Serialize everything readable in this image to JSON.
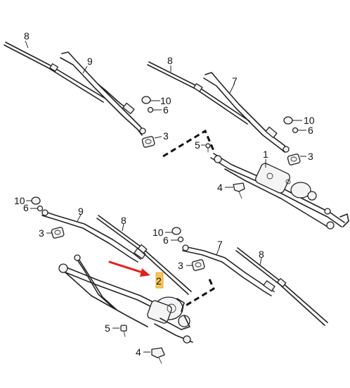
{
  "callouts": {
    "top_left_blade_8": "8",
    "top_left_arm_9": "9",
    "top_left_nut_cap_10": "10",
    "top_left_nut_6": "6",
    "top_left_cover_3": "3",
    "top_right_blade_8": "8",
    "top_right_arm_7": "7",
    "top_right_nut_cap_10": "10",
    "top_right_nut_6": "6",
    "top_right_bolt_5": "5",
    "top_right_cover_3": "3",
    "top_motor_linkage_1": "1",
    "top_clip_4": "4",
    "bottom_left_nut_cap_10": "10",
    "bottom_left_nut_6": "6",
    "bottom_left_arm_9": "9",
    "bottom_left_cover_3": "3",
    "bottom_blade_8_left": "8",
    "bottom_mid_nut_cap_10": "10",
    "bottom_mid_nut_6": "6",
    "bottom_mid_arm_7": "7",
    "bottom_mid_cover_3": "3",
    "bottom_right_blade_8": "8",
    "bottom_highlighted_2": "2",
    "bottom_bolt_5": "5",
    "bottom_clip_4": "4"
  },
  "colors": {
    "highlight": "#f7c55a",
    "arrow": "#e0201c",
    "line": "#222222"
  },
  "pointer": {
    "target_label": "2",
    "icon": "red-arrow-icon"
  }
}
